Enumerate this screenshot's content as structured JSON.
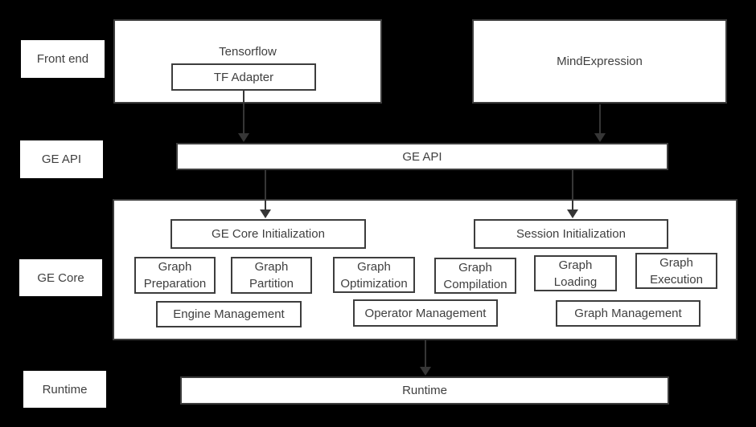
{
  "colors": {
    "background": "#000000",
    "box_fill": "#ffffff",
    "border": "#3d3d3d",
    "text": "#3f3f3f",
    "arrow": "#363636"
  },
  "layer_labels": {
    "front_end": "Front end",
    "ge_api": "GE API",
    "ge_core": "GE Core",
    "runtime": "Runtime"
  },
  "front_end": {
    "tensorflow": "Tensorflow",
    "tf_adapter": "TF Adapter",
    "mindexpression": "MindExpression"
  },
  "ge_api": {
    "bar": "GE API"
  },
  "ge_core": {
    "init": "GE Core Initialization",
    "session_init": "Session Initialization",
    "modules": [
      "Graph Preparation",
      "Graph Partition",
      "Graph Optimization",
      "Graph Compilation",
      "Graph Loading",
      "Graph Execution"
    ],
    "managers": [
      "Engine Management",
      "Operator Management",
      "Graph Management"
    ]
  },
  "runtime": {
    "bar": "Runtime"
  }
}
